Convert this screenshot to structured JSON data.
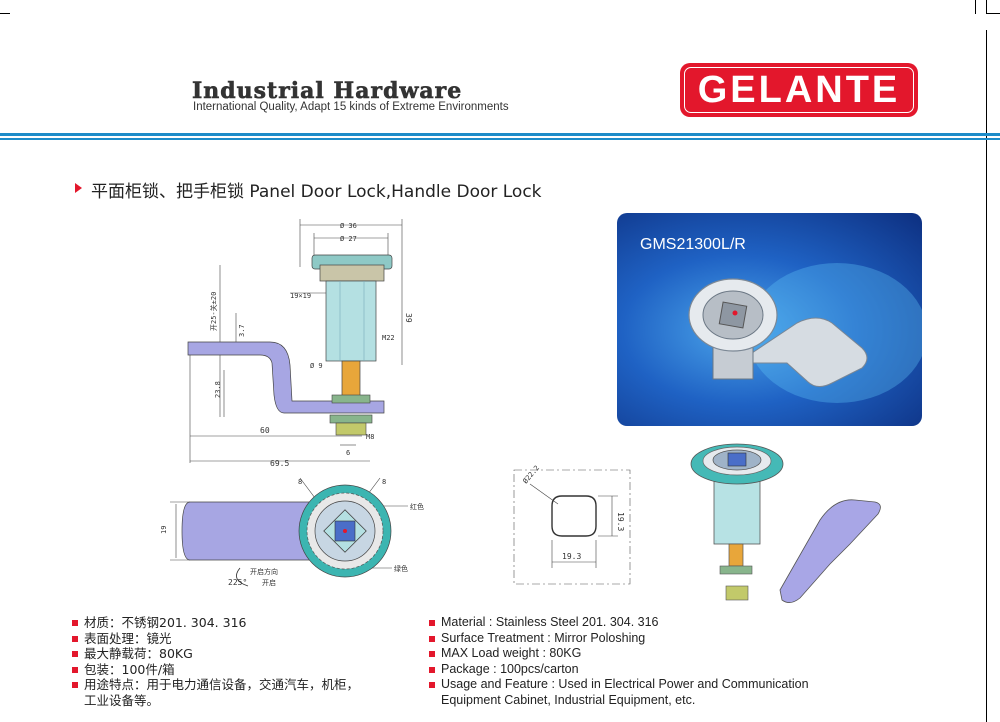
{
  "header": {
    "title": "Industrial Hardware",
    "subtitle": "International Quality, Adapt 15 kinds of Extreme Environments",
    "logo_text": "GELANTE"
  },
  "section": {
    "title": "平面柜锁、把手柜锁 Panel Door Lock,Handle Door Lock"
  },
  "product": {
    "model": "GMS21300L/R"
  },
  "drawing_side": {
    "dim_outer": "Ø 36",
    "dim_inner": "Ø 27",
    "dim_hex": "19×19",
    "dim_height": "39",
    "thread": "M22",
    "dim_shaft": "Ø 9",
    "dim_range": "开25-关±20",
    "dim_offset": "3.7",
    "dim_drop": "23.8",
    "dim_60": "60",
    "dim_695": "69.5",
    "thread2": "M8",
    "dim_6": "6"
  },
  "drawing_top": {
    "dim_19": "19",
    "dim_8a": "8",
    "dim_8b": "8",
    "color_red": "红色",
    "color_green": "绿色",
    "rotation_label": "开启方向",
    "rotation_angle": "225°",
    "rotation_end": "开启"
  },
  "drawing_cutout": {
    "dim_dia": "Ø22.2",
    "dim_h": "19.3",
    "dim_w": "19.3"
  },
  "specs_cn": [
    "材质：不锈钢201. 304. 316",
    "表面处理：镜光",
    "最大静载荷：80KG",
    "包装：100件/箱",
    "用途特点：用于电力通信设备，交通汽车，机柜，",
    "工业设备等。"
  ],
  "specs_en": [
    "Material : Stainless Steel 201. 304. 316",
    "Surface Treatment : Mirror Poloshing",
    "MAX Load weight : 80KG",
    "Package : 100pcs/carton",
    "Usage and Feature : Used in Electrical Power and Communication",
    "Equipment Cabinet, Industrial Equipment, etc."
  ],
  "colors": {
    "brand_red": "#e3172c",
    "rule_blue": "#1d8cc9"
  }
}
